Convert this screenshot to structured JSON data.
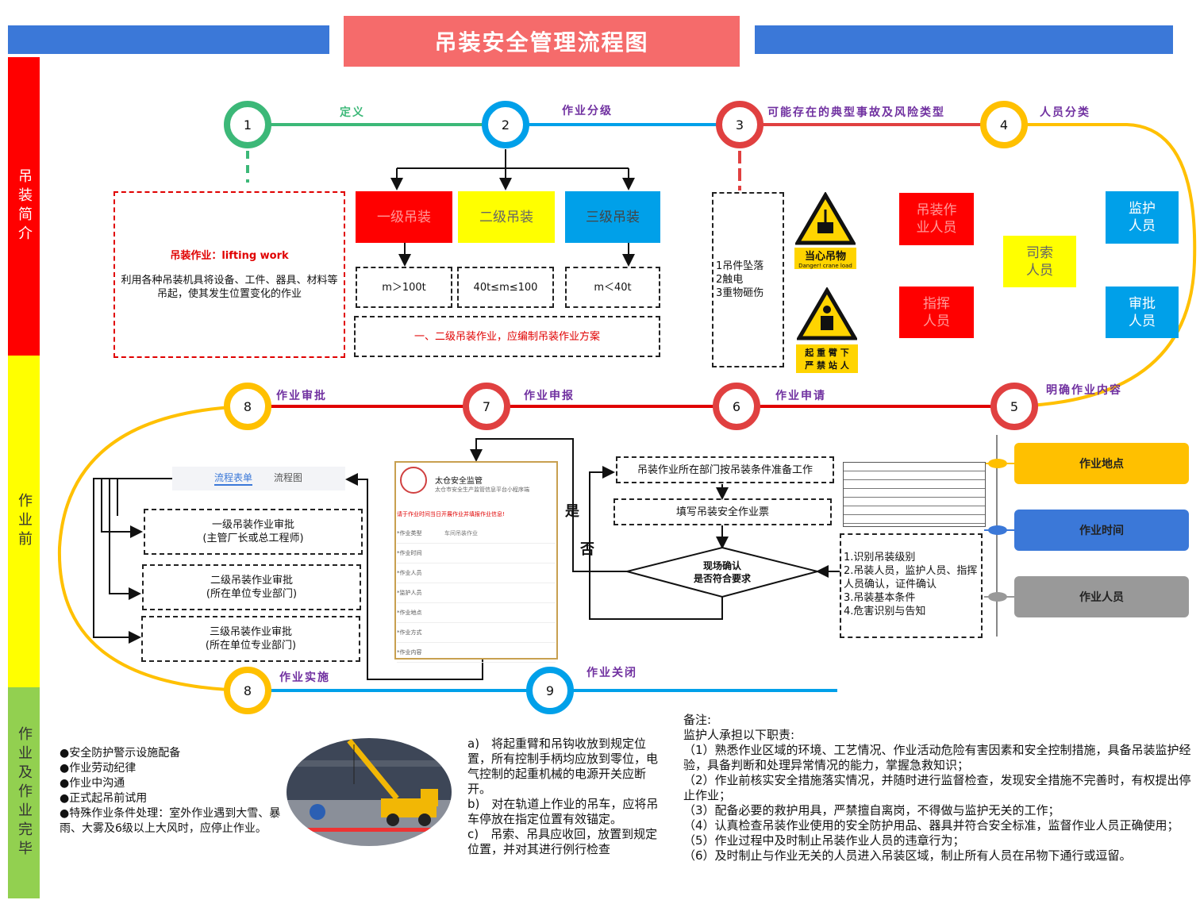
{
  "title": "吊装安全管理流程图",
  "colors": {
    "blue": "#3b78d8",
    "red": "#ff0000",
    "yellow": "#ffff00",
    "green": "#92d050",
    "green2": "#3cb878",
    "cyan": "#00a0e9",
    "crimson": "#e04040",
    "orange": "#ffc000",
    "pink": "#f56b6b",
    "purple": "#7030a0"
  },
  "side_labels": [
    "吊装简介",
    "作业前",
    "作业及作业完毕"
  ],
  "steps": {
    "s1": {
      "num": "1",
      "label": "定义"
    },
    "s2": {
      "num": "2",
      "label": "作业分级"
    },
    "s3": {
      "num": "3",
      "label": "可能存在的典型事故及风险类型"
    },
    "s4": {
      "num": "4",
      "label": "人员分类"
    },
    "s5": {
      "num": "5",
      "label": "明确作业内容"
    },
    "s6": {
      "num": "6",
      "label": "作业申请"
    },
    "s7": {
      "num": "7",
      "label": "作业申报"
    },
    "s8a": {
      "num": "8",
      "label": "作业审批"
    },
    "s8b": {
      "num": "8",
      "label": "作业实施"
    },
    "s9": {
      "num": "9",
      "label": "作业关闭"
    }
  },
  "definition": {
    "heading": "吊装作业：lifting work",
    "body": "利用各种吊装机具将设备、工件、器具、材料等吊起，使其发生位置变化的作业"
  },
  "grades": {
    "g1": {
      "name": "一级吊装",
      "cond": "m＞100t"
    },
    "g2": {
      "name": "二级吊装",
      "cond": "40t≤m≤100"
    },
    "g3": {
      "name": "三级吊装",
      "cond": "m＜40t"
    },
    "note": "一、二级吊装作业，应编制吊装作业方案"
  },
  "risks": [
    "1吊件坠落",
    "2触电",
    "3重物砸伤"
  ],
  "signs": {
    "s1": {
      "main": "当心吊物",
      "sub": "Danger! crane load"
    },
    "s2": {
      "main": "起 重 臂 下",
      "sub": "严 禁 站 人"
    }
  },
  "people": {
    "p1": "吊装作业人员",
    "p2": "指挥人员",
    "p3": "司索人员",
    "p4": "监护人员",
    "p5": "审批人员"
  },
  "content_tabs": [
    "作业地点",
    "作业时间",
    "作业人员"
  ],
  "flow": {
    "prep": "吊装作业所在部门按吊装条件准备工作",
    "ticket": "填写吊装安全作业票",
    "decision_l1": "现场确认",
    "decision_l2": "是否符合要求",
    "yes": "是",
    "no": "否",
    "check_items": [
      "1.识别吊装级别",
      "2.吊装人员，监护人员、指挥人员确认，证件确认",
      "3.吊装基本条件",
      "4.危害识别与告知"
    ]
  },
  "phone": {
    "title": "太仓安全监管",
    "subtitle": "太仓市安全生产监管信息平台小程序端",
    "warn": "请于作业时间当日开展作业并填报作业信息!",
    "fields": [
      "*作业类型",
      "*作业时间",
      "*作业人员",
      "*监护人员",
      "*作业地点",
      "*作业方式",
      "*作业内容"
    ],
    "type_value": "车间吊装作业"
  },
  "app_tabs": {
    "t1": "流程表单",
    "t2": "流程图"
  },
  "approvals": [
    {
      "l1": "一级吊装作业审批",
      "l2": "(主管厂长或总工程师)"
    },
    {
      "l1": "二级吊装作业审批",
      "l2": "(所在单位专业部门)"
    },
    {
      "l1": "三级吊装作业审批",
      "l2": "(所在单位专业部门)"
    }
  ],
  "bullets": [
    "●安全防护警示设施配备",
    "●作业劳动纪律",
    "●作业中沟通",
    "●正式起吊前试用",
    "●特殊作业条件处理：室外作业遇到大雪、暴雨、大雾及6级以上大风时，应停止作业。"
  ],
  "closing": [
    "a)　将起重臂和吊钩收放到规定位置，所有控制手柄均应放到零位，电气控制的起重机械的电源开关应断开。",
    "b)　对在轨道上作业的吊车，应将吊车停放在指定位置有效锚定。",
    "c)　吊索、吊具应收回，放置到规定位置，并对其进行例行检查"
  ],
  "remarks": {
    "head": "备注:",
    "intro": "监护人承担以下职责:",
    "items": [
      "（1）熟悉作业区域的环境、工艺情况、作业活动危险有害因素和安全控制措施，具备吊装监护经验，具备判断和处理异常情况的能力，掌握急救知识；",
      "（2）作业前核实安全措施落实情况，并随时进行监督检查，发现安全措施不完善时，有权提出停止作业；",
      "（3）配备必要的救护用具，严禁擅自离岗，不得做与监护无关的工作；",
      "（4）认真检查吊装作业使用的安全防护用品、器具并符合安全标准，监督作业人员正确使用；",
      "（5）作业过程中及时制止吊装作业人员的违章行为；",
      "（6）及时制止与作业无关的人员进入吊装区域，制止所有人员在吊物下通行或逗留。"
    ]
  }
}
